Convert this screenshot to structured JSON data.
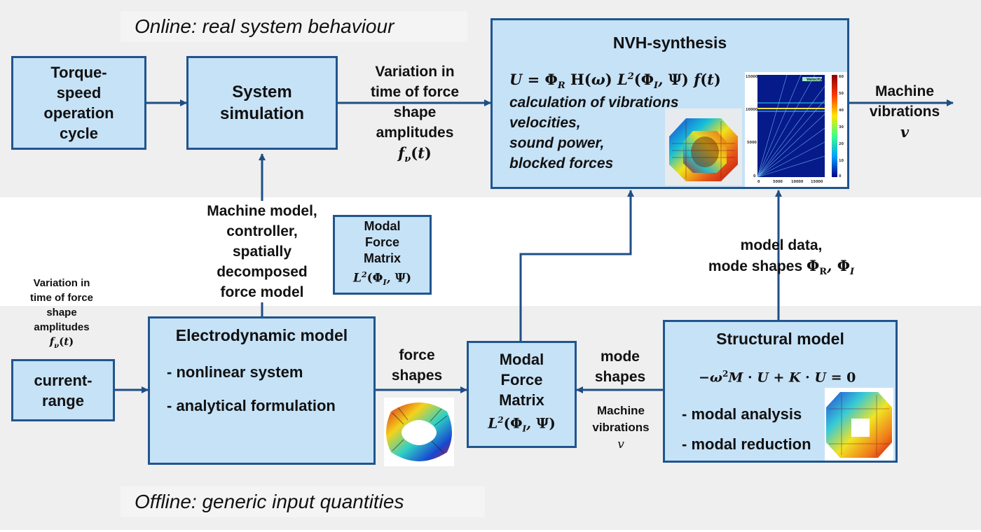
{
  "bands": {
    "online": "Online:  real system behaviour",
    "offline": "Offline: generic input quantities"
  },
  "boxes": {
    "torque": [
      "Torque-",
      "speed",
      "operation",
      "cycle"
    ],
    "system_sim": [
      "System",
      "simulation"
    ],
    "nvh": {
      "title": "NVH-synthesis",
      "equation": "U = Φ_R H(ω) L²(Φ_I, Ψ) f(t)",
      "lines": [
        "calculation of vibrations",
        "velocities,",
        "sound power,",
        "blocked forces"
      ]
    },
    "modal_force_top": {
      "lines": [
        "Modal",
        "Force",
        "Matrix"
      ],
      "formula": "L²(Φ_I, Ψ)"
    },
    "current": [
      "current-",
      "range"
    ],
    "electro": {
      "title": "Electrodynamic model",
      "items": [
        "- nonlinear system",
        "- analytical formulation"
      ]
    },
    "modal_force": {
      "lines": [
        "Modal",
        "Force",
        "Matrix"
      ],
      "formula": "L²(Φ_I, Ψ)"
    },
    "structural": {
      "title": "Structural model",
      "equation": "−ω²M · U + K · U = 0",
      "items": [
        "- modal analysis",
        "- modal reduction"
      ]
    }
  },
  "labels": {
    "variation_top": [
      "Variation in",
      "time of force",
      "shape",
      "amplitudes"
    ],
    "variation_top_symbol": "f_ν(t)",
    "machine_vibrations": [
      "Machine",
      "vibrations"
    ],
    "machine_vibrations_symbol": "v",
    "machine_model": [
      "Machine model,",
      "controller,",
      "spatially",
      "decomposed",
      "force model"
    ],
    "model_data": [
      "model data,",
      "mode shapes Φ_R, Φ_I"
    ],
    "variation_left": [
      "Variation in",
      "time of force",
      "shape",
      "amplitudes"
    ],
    "variation_left_symbol": "f_ν(t)",
    "force_shapes": [
      "force",
      "shapes"
    ],
    "mode_shapes": [
      "mode",
      "shapes"
    ],
    "machine_vibrations_small": [
      "Machine",
      "vibrations"
    ],
    "machine_vibrations_small_symbol": "v"
  },
  "plot": {
    "legend": "Velocity",
    "y_ticks": [
      "15000",
      "10000",
      "5000",
      "0"
    ],
    "x_ticks": [
      "0",
      "5000",
      "10000",
      "15000"
    ],
    "colorbar_ticks": [
      "60",
      "50",
      "40",
      "30",
      "20",
      "10",
      "0"
    ]
  },
  "colors": {
    "box_fill": "#c6e2f7",
    "box_border": "#20558e",
    "arrow": "#1f4e86",
    "band": "#efefef"
  }
}
